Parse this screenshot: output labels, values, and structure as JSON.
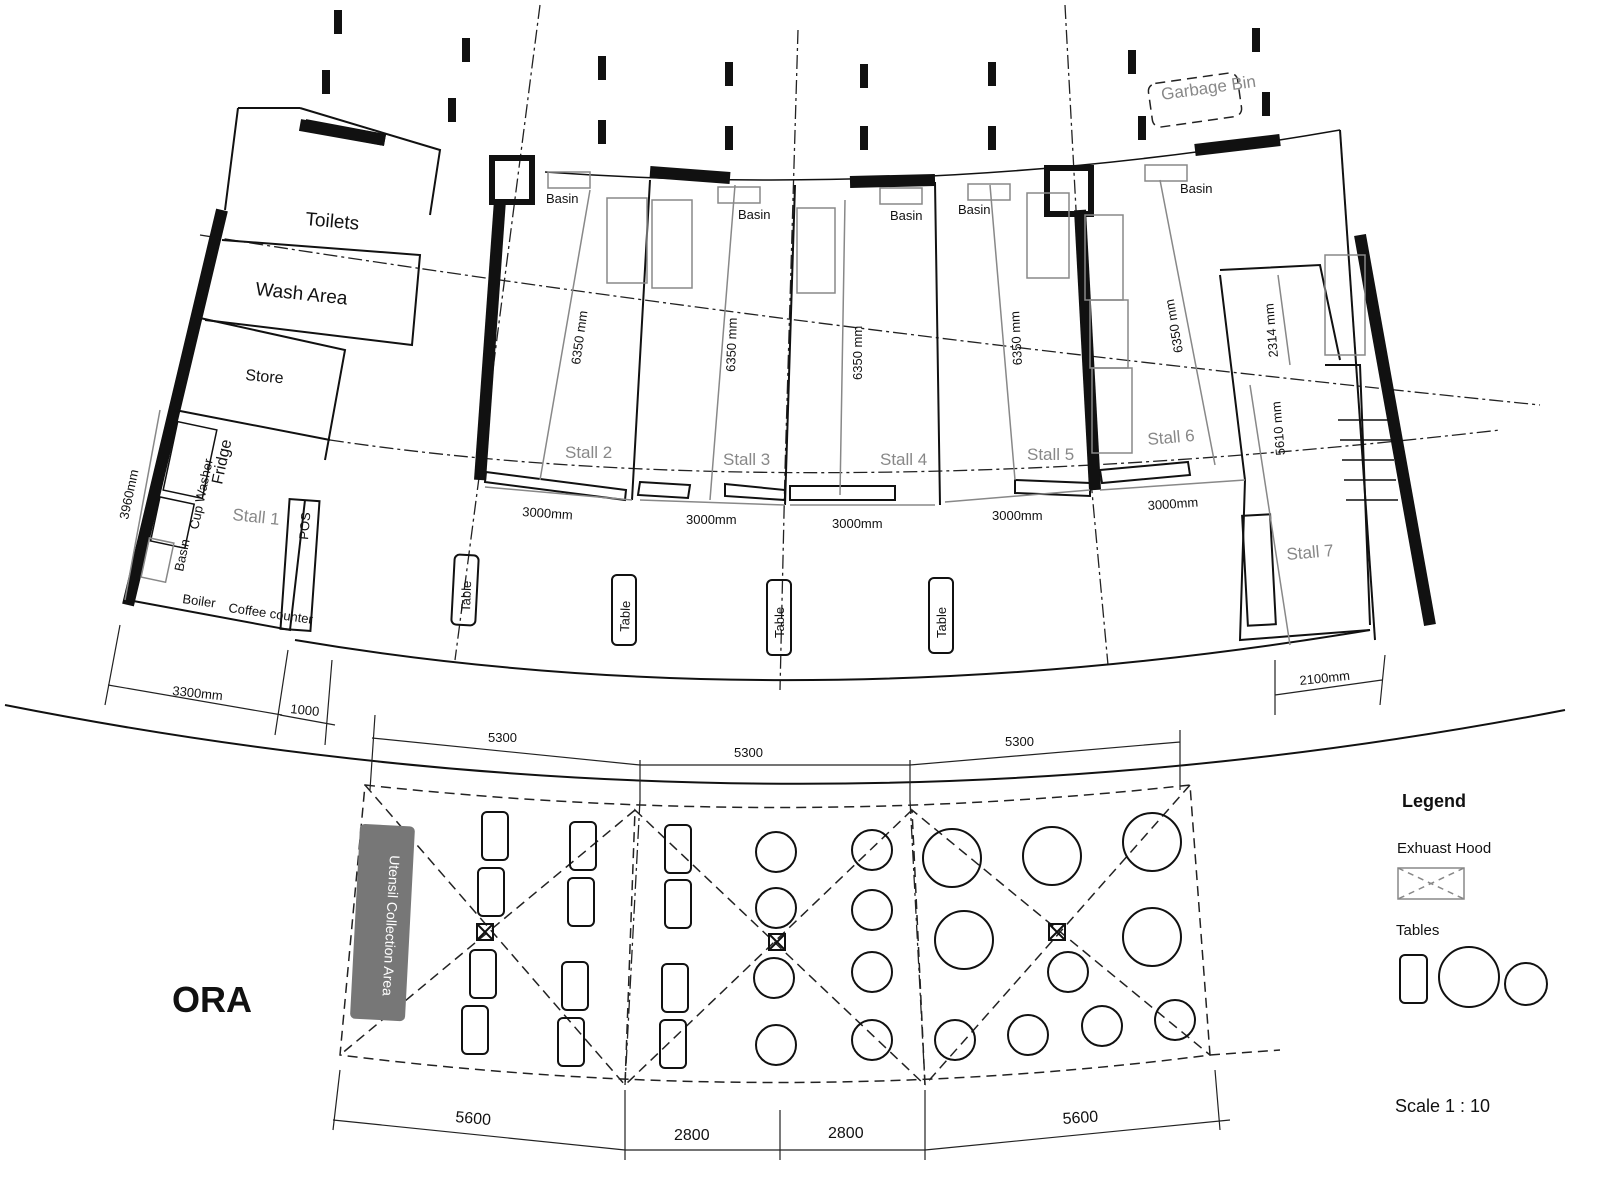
{
  "title": "ORA",
  "rooms": {
    "toilets": "Toilets",
    "wash_area": "Wash Area",
    "store": "Store",
    "garbage_bin": "Garbage Bin"
  },
  "stalls": [
    "Stall 1",
    "Stall 2",
    "Stall 3",
    "Stall 4",
    "Stall 5",
    "Stall 6",
    "Stall 7"
  ],
  "stall1_fixtures": {
    "fridge": "Fridge",
    "cup_washer": "Cup Washer",
    "basin": "Basin",
    "boiler": "Boiler",
    "coffee_counter": "Coffee counter",
    "pos": "POS"
  },
  "basin_label": "Basin",
  "table_label": "Table",
  "utensil_area": "Utensil Collection Area",
  "dimensions": {
    "stall_depth": "6350 mm",
    "stall_width": "3000mm",
    "stall1_depth": "3960mm",
    "stall1_width": "3300mm",
    "gap": "1000",
    "stall7_upper": "2314 mm",
    "stall7_lower": "5610 mm",
    "stall7_width": "2100mm",
    "grid_top": "5300",
    "grid_bottom_outer": "5600",
    "grid_bottom_inner": "2800"
  },
  "legend": {
    "title": "Legend",
    "exhaust_hood": "Exhuast Hood",
    "tables": "Tables"
  },
  "scale": "Scale 1 : 10"
}
